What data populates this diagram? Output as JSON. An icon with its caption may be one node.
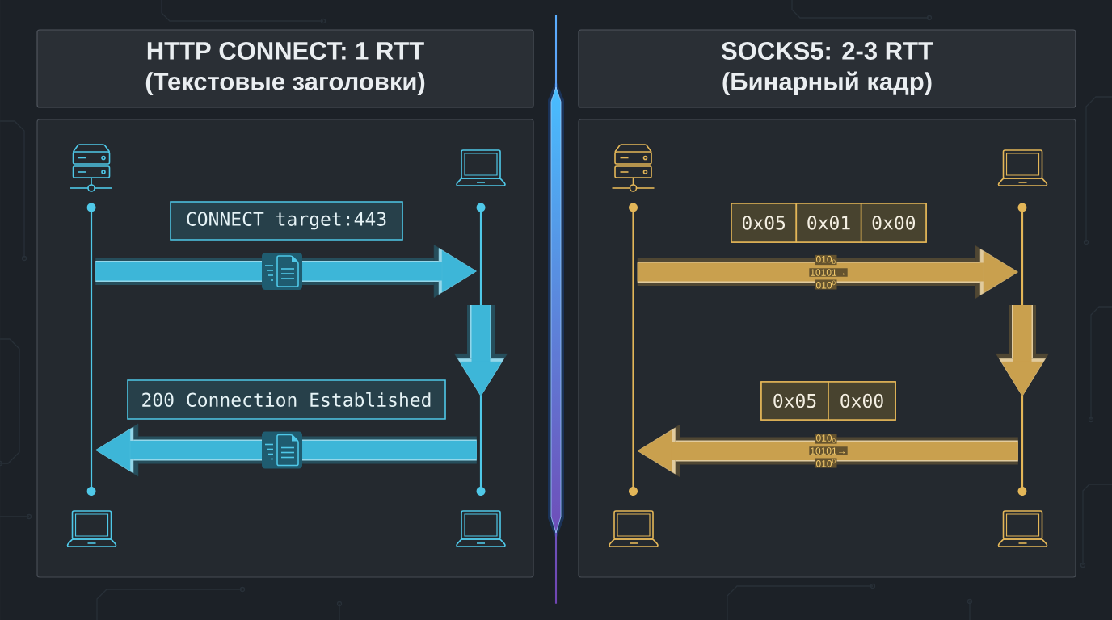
{
  "diagram": {
    "nodes": [
      {
        "text": [
          "HTTP CONNECT: 1 RTT",
          "(Текстовые заголовки)"
        ]
      },
      {
        "text": [],
        "shape": "box"
      },
      {
        "text": [],
        "shape": "line",
        "in": 1
      },
      {
        "text": [],
        "shape": "line",
        "in": 1
      },
      {
        "text": [
          "CONNECT target:443"
        ],
        "in": 1
      },
      {
        "text": [
          "200 Connection Established"
        ],
        "in": 1
      },
      {
        "text": [
          "SOCKS5: 2-3 RTT",
          "(Бинарный кадр)"
        ]
      },
      {
        "text": [],
        "shape": "box"
      },
      {
        "text": [],
        "shape": "line",
        "in": 7
      },
      {
        "text": [],
        "shape": "line",
        "in": 7
      },
      {
        "text": [
          "0x05",
          "0x01",
          "0x00"
        ],
        "in": 7
      },
      {
        "text": [
          "0x05",
          "0x00"
        ],
        "in": 7
      }
    ],
    "edges": [
      {
        "from": 2,
        "to": 3,
        "arrow": "to",
        "color": "#3db6d8"
      },
      {
        "from": 3,
        "to": 2,
        "arrow": "to",
        "color": "#3db6d8"
      },
      {
        "from": 8,
        "to": 9,
        "arrow": "to",
        "color": "#c9a04e"
      },
      {
        "from": 9,
        "to": 8,
        "arrow": "to",
        "color": "#c9a04e"
      }
    ],
    "labels": [
      "010$_{0}$",
      "10101→",
      "010$^{0}$",
      "010$_{0}$",
      "10101→",
      "010$^{0}$"
    ]
  }
}
